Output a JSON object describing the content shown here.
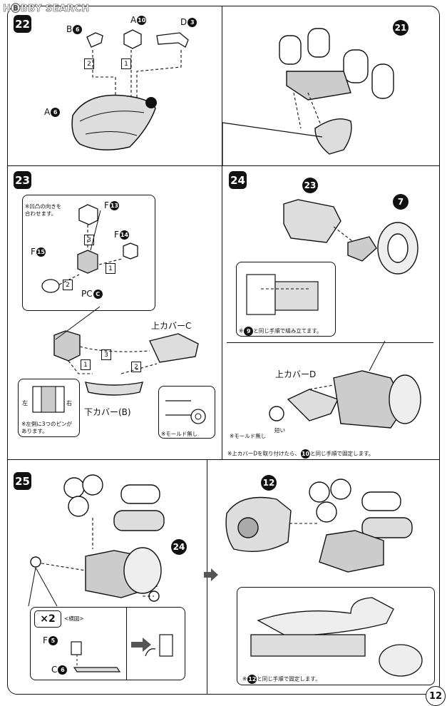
{
  "watermark": "H🅑BBY SEARCH",
  "page_number": "12",
  "step22": {
    "number": "22",
    "label_b6": "B",
    "b6": "6",
    "label_a10": "A",
    "a10": "10",
    "label_d3": "D",
    "d3": "3",
    "label_a6": "A",
    "a6": "6",
    "n2": "2",
    "n1": "1",
    "ref21": "21"
  },
  "step23": {
    "number": "23",
    "note_align": "※凹凸の向きを\n合わせます。",
    "f13_label": "F",
    "f13": "13",
    "f14_label": "F",
    "f14": "14",
    "f15_label": "F",
    "f15": "15",
    "pc_label": "PC",
    "pc": "C",
    "n3": "3",
    "n1": "1",
    "n2": "2",
    "upper_cover_c": "上カバーC",
    "lower_cover_b": "下カバー(B)",
    "side_left": "左",
    "side_right": "右",
    "note_pins": "※左側に3つのピンが\nあります。",
    "note_no_mold": "※モールド無し",
    "m3": "3",
    "m1": "1",
    "m2": "2"
  },
  "step24": {
    "number": "24",
    "ref23": "23",
    "ref7": "7",
    "note_same": "と同じ手順で組み立てます。",
    "note_same_ref": "9",
    "upper_cover_d": "上カバーD",
    "thin": "短い",
    "note_mold_none": "※モールド無し",
    "note_bottom": "※上カバーDを取り付けたら、",
    "note_bottom_ref": "10",
    "note_bottom_tail": "と同じ手順で固定します。"
  },
  "step25": {
    "number": "25",
    "ref24": "24",
    "ref12": "12",
    "times": "×2",
    "horizontal": "<横図>",
    "f5_label": "F",
    "f5": "5",
    "c6_label": "C",
    "c6": "6",
    "note_same": "と同じ手順で固定します。",
    "note_same_ref": "12"
  }
}
